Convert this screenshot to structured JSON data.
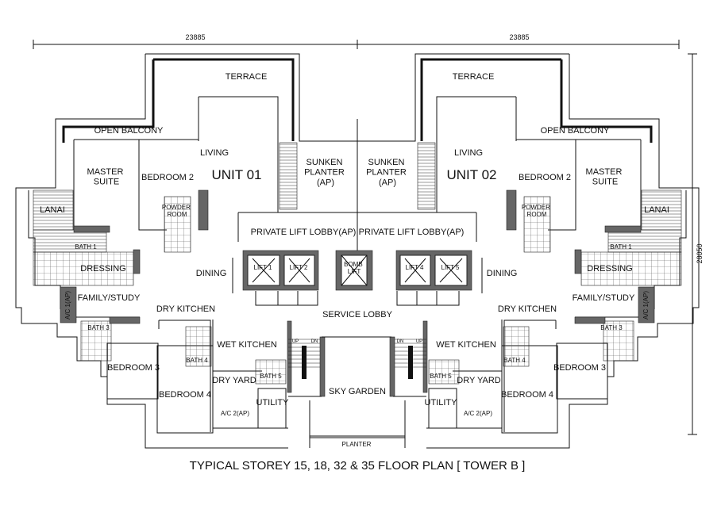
{
  "title": "TYPICAL STOREY  15, 18, 32 & 35 FLOOR PLAN  [ TOWER B ]",
  "dimensions": {
    "left_width": "23885",
    "right_width": "23885",
    "depth": "28050"
  },
  "units": [
    {
      "name": "UNIT 01",
      "rooms": {
        "terrace": "TERRACE",
        "open_balcony": "OPEN BALCONY",
        "living": "LIVING",
        "master_suite": "MASTER SUITE",
        "bedroom2": "BEDROOM 2",
        "powder_room": "POWDER ROOM",
        "lanai": "LANAI",
        "bath1": "BATH 1",
        "dressing": "DRESSING",
        "dining": "DINING",
        "family_study": "FAMILY/STUDY",
        "ac1": "A/C 1(AP)",
        "dry_kitchen": "DRY KITCHEN",
        "bath3": "BATH 3",
        "bedroom3": "BEDROOM 3",
        "bath4": "BATH 4",
        "bedroom4": "BEDROOM 4",
        "wet_kitchen": "WET KITCHEN",
        "bath5": "BATH 5",
        "dry_yard": "DRY YARD",
        "utility": "UTILITY",
        "ac2": "A/C 2(AP)",
        "sunken_planter": "SUNKEN PLANTER (AP)",
        "private_lift_lobby": "PRIVATE LIFT LOBBY(AP)"
      }
    },
    {
      "name": "UNIT 02",
      "rooms": {
        "terrace": "TERRACE",
        "open_balcony": "OPEN BALCONY",
        "living": "LIVING",
        "master_suite": "MASTER SUITE",
        "bedroom2": "BEDROOM 2",
        "powder_room": "POWDER ROOM",
        "lanai": "LANAI",
        "bath1": "BATH 1",
        "dressing": "DRESSING",
        "dining": "DINING",
        "family_study": "FAMILY/STUDY",
        "ac1": "A/C 1(AP)",
        "dry_kitchen": "DRY KITCHEN",
        "bath3": "BATH 3",
        "bedroom3": "BEDROOM 3",
        "bath4": "BATH 4",
        "bedroom4": "BEDROOM 4",
        "wet_kitchen": "WET KITCHEN",
        "bath5": "BATH 5",
        "dry_yard": "DRY YARD",
        "utility": "UTILITY",
        "ac2": "A/C 2(AP)",
        "sunken_planter": "SUNKEN PLANTER (AP)",
        "private_lift_lobby": "PRIVATE LIFT LOBBY(AP)"
      }
    }
  ],
  "core": {
    "lifts": [
      "LIFT 1",
      "LIFT 2",
      "LIFT 4",
      "LIFT 5"
    ],
    "bomb_lift": "BOMB LIFT",
    "service_lobby": "SERVICE LOBBY",
    "sky_garden": "SKY GARDEN",
    "planter": "PLANTER",
    "stair_up": "UP",
    "stair_dn": "DN"
  }
}
